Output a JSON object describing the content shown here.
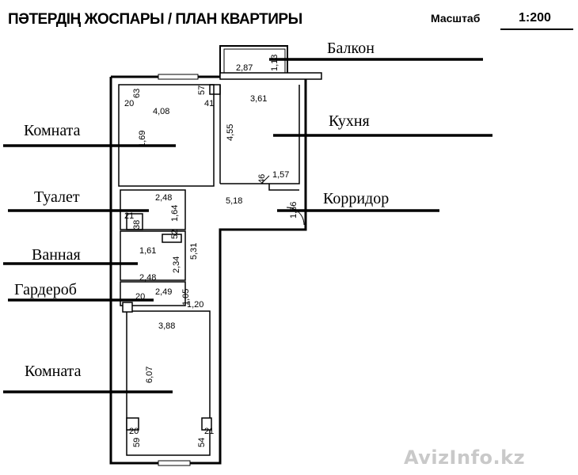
{
  "header": {
    "title": "ПӘТЕРДІҢ ЖОСПАРЫ / ПЛАН КВАРТИРЫ",
    "scale_label": "Масштаб",
    "scale_value": "1:200"
  },
  "rooms": {
    "balcony": "Балкон",
    "kitchen": "Кухня",
    "corridor": "Корридор",
    "room_top": "Комната",
    "toilet": "Туалет",
    "bathroom": "Ванная",
    "wardrobe": "Гардероб",
    "room_bottom": "Комната"
  },
  "dimensions": {
    "balcony_width": "2,87",
    "balcony_depth": "1,13",
    "room_top_width": "4,08",
    "room_top_height": "1,69",
    "wall_57": "57",
    "wall_41": "41",
    "wall_20": "20",
    "wall_63": "63",
    "kitchen_width": "3,61",
    "kitchen_height": "4,55",
    "kitchen_step": "1,57",
    "wall_46": "46",
    "corridor_length": "5,18",
    "corridor_width": "1,66",
    "toilet_width": "2,48",
    "toilet_height": "1,64",
    "wall_21": "21",
    "wall_38": "38",
    "wall_52": "52",
    "bath_top": "1,61",
    "bath_height": "2,34",
    "hall_height": "5,31",
    "bath_width": "2,48",
    "wardrobe_width": "2,49",
    "wardrobe_depth": "1,05",
    "wardrobe_wall": "20",
    "hall_width": "1,20",
    "room_bottom_width": "3,88",
    "room_bottom_height": "6,07",
    "wall_bottom_20": "20",
    "wall_59": "59",
    "wall_54": "54",
    "wall_bottom_21": "21"
  },
  "watermark": "AvizInfo.kz"
}
